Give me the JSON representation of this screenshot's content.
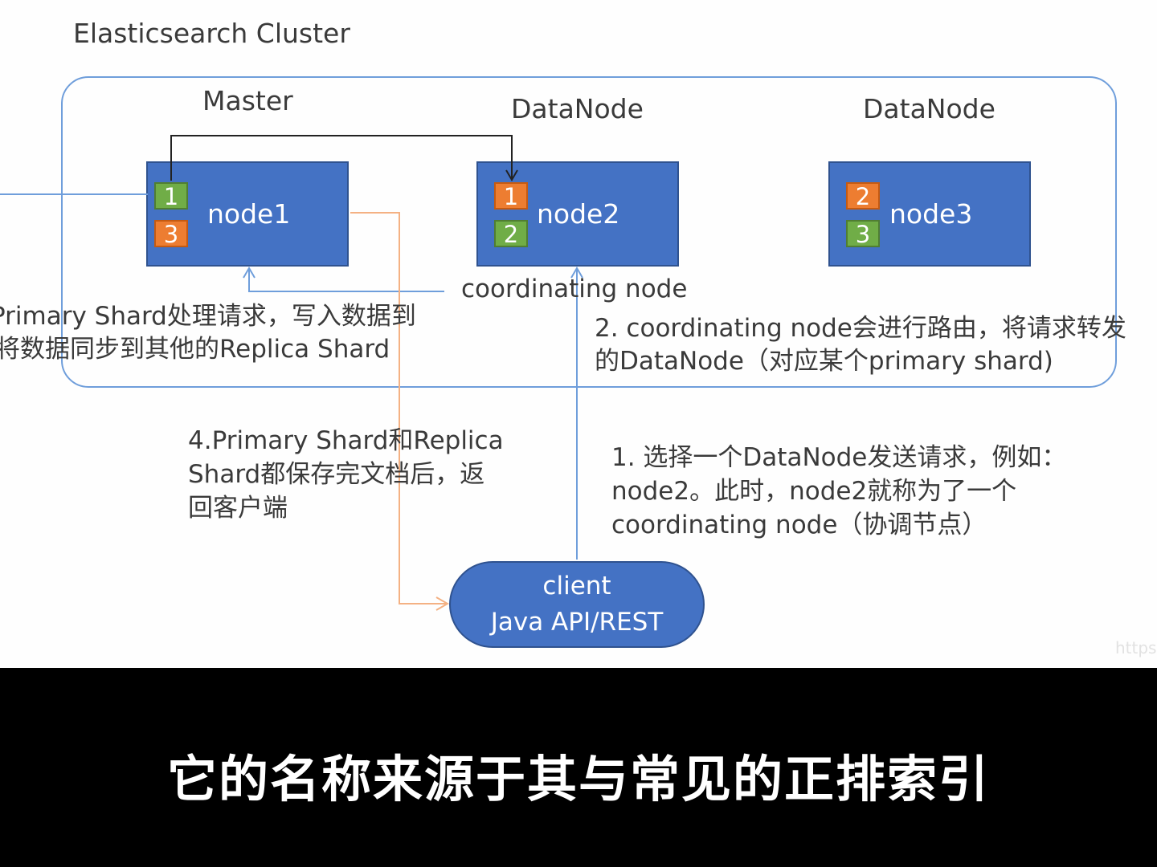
{
  "cluster": {
    "title": "Elasticsearch Cluster"
  },
  "roles": {
    "master": "Master",
    "datanode_2": "DataNode",
    "datanode_3": "DataNode"
  },
  "nodes": [
    {
      "label": "node1",
      "shards": [
        {
          "id": "1",
          "type": "replica"
        },
        {
          "id": "3",
          "type": "primary"
        }
      ]
    },
    {
      "label": "node2",
      "shards": [
        {
          "id": "1",
          "type": "primary"
        },
        {
          "id": "2",
          "type": "replica"
        }
      ]
    },
    {
      "label": "node3",
      "shards": [
        {
          "id": "2",
          "type": "primary"
        },
        {
          "id": "3",
          "type": "replica"
        }
      ]
    }
  ],
  "coordinating_label": "coordinating node",
  "notes": {
    "step3_line1": "Primary Shard处理请求，写入数据到",
    "step3_line2": "将数据同步到其他的Replica Shard",
    "step2_line1": "2. coordinating node会进行路由，将请求转发",
    "step2_line2": "的DataNode（对应某个primary shard)",
    "step4_line1": "4.Primary Shard和Replica",
    "step4_line2": "Shard都保存完文档后，返",
    "step4_line3": "回客户端",
    "step1_line1": "1. 选择一个DataNode发送请求，例如：",
    "step1_line2": "node2。此时，node2就称为了一个",
    "step1_line3": "coordinating node（协调节点）"
  },
  "client": {
    "line1": "client",
    "line2": "Java API/REST"
  },
  "watermark": "https:",
  "subtitle": "它的名称来源于其与常见的正排索引",
  "colors": {
    "node_fill": "#4472c4",
    "primary_shard": "#ed7d31",
    "replica_shard": "#70ad47",
    "cluster_border": "#6f9edb",
    "return_arrow": "#f4b183",
    "request_arrow": "#6f9edb"
  }
}
